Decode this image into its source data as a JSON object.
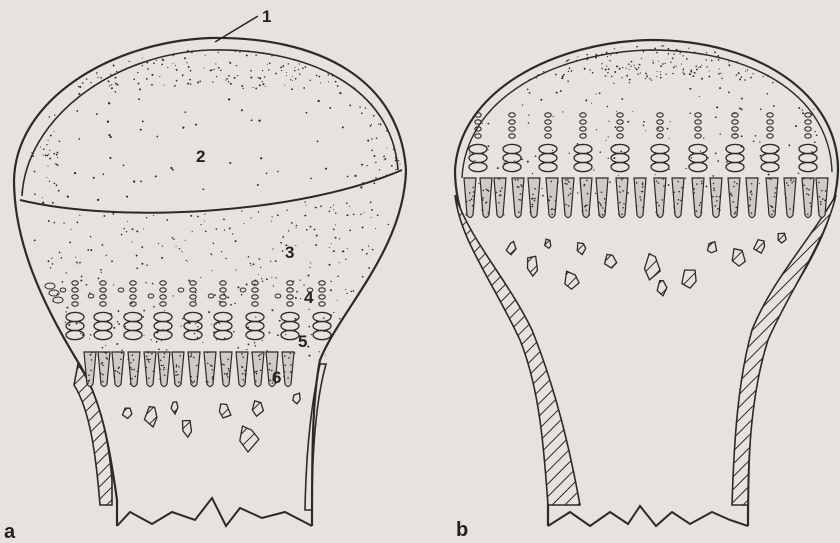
{
  "panels": [
    {
      "letter": "a",
      "labels": [
        "1",
        "2",
        "3",
        "4",
        "5",
        "6"
      ]
    },
    {
      "letter": "b"
    }
  ],
  "colors": {
    "background": "#e6e3df",
    "ink": "#2a2a2a"
  }
}
